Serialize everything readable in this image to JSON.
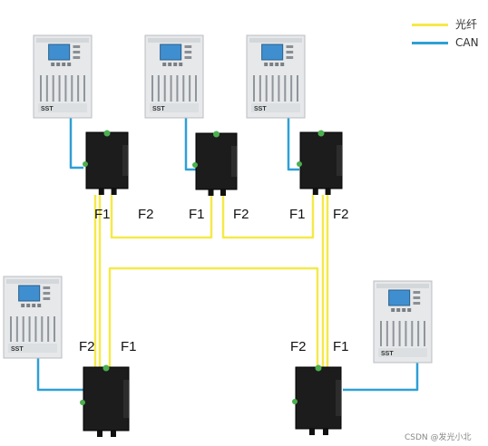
{
  "legend": [
    {
      "label": "光纤",
      "color": "#f5e94a"
    },
    {
      "label": "CAN",
      "color": "#2f9fd6"
    }
  ],
  "port_labels": {
    "f1": "F1",
    "f2": "F2"
  },
  "panel_brand": "SST",
  "colors": {
    "fiber": "#f5e94a",
    "can": "#2f9fd6",
    "converter": "#1c1c1c",
    "connector": "#4caf50",
    "panel": "#e6e8ea"
  },
  "watermark": "CSDN @发光小北"
}
